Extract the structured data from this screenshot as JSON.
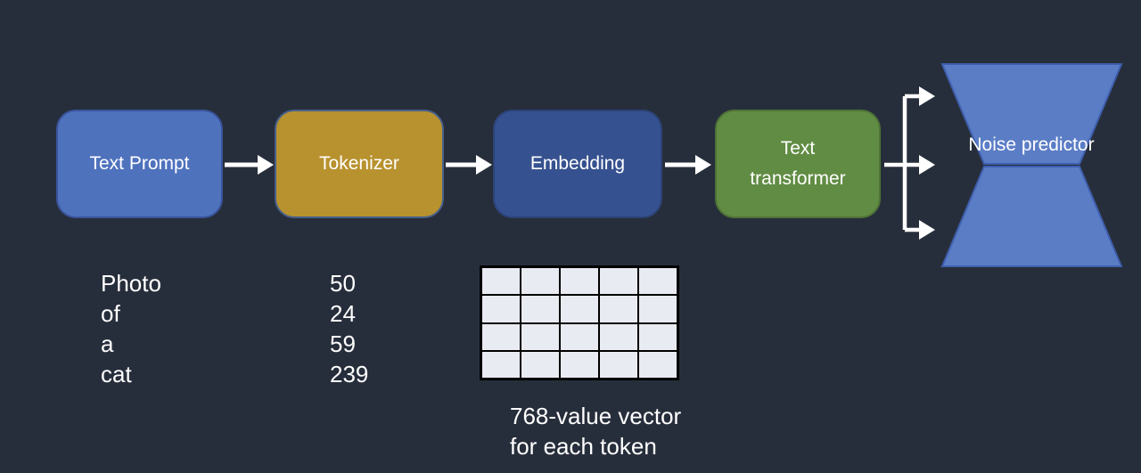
{
  "colors": {
    "background": "#272e3b",
    "text": "#ffffff",
    "arrow": "#ffffff",
    "text-prompt-fill": "#4f72bd",
    "text-prompt-border": "#3a549c",
    "tokenizer-fill": "#b8922f",
    "tokenizer-border": "#47608c",
    "embedding-fill": "#36518f",
    "embedding-border": "#2c4377",
    "transformer-fill": "#618c44",
    "transformer-border": "#4f7336",
    "noise-fill": "#5b7dc6",
    "noise-border": "#3f5fae",
    "grid-cell-fill": "#e9ebf2",
    "grid-border": "#000000"
  },
  "pipeline": {
    "boxes": [
      {
        "label": "Text Prompt"
      },
      {
        "label": "Tokenizer"
      },
      {
        "label": "Embedding"
      },
      {
        "label": "Text transformer"
      }
    ],
    "noise_predictor": {
      "label": "Noise predictor"
    }
  },
  "tokenization": {
    "words": [
      "Photo",
      "of",
      "a",
      "cat"
    ],
    "token_ids": [
      "50",
      "24",
      "59",
      "239"
    ]
  },
  "vector_grid": {
    "rows": 4,
    "cols": 5
  },
  "caption": {
    "line1": "768-value vector",
    "line2": "for each token"
  }
}
